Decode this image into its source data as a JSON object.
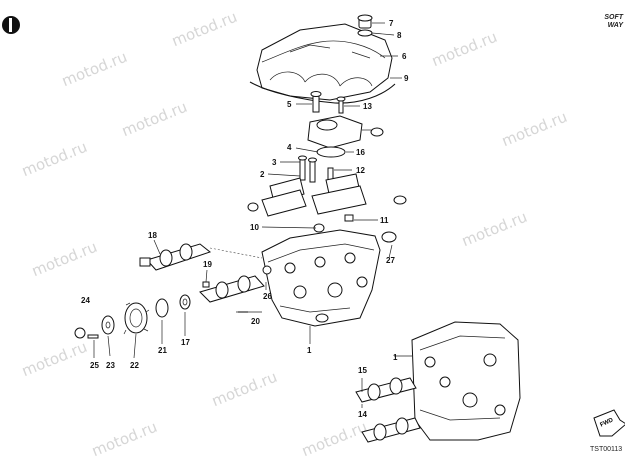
{
  "brand": {
    "line1": "SOFT",
    "line2": "WAY"
  },
  "watermark": "motod.ru",
  "figure_code": "TST00113",
  "fwd_label": "FWD",
  "icons": {
    "logo": "round-logo-icon",
    "forward_arrow": "forward-arrow-icon"
  },
  "callouts": {
    "c7": "7",
    "c8": "8",
    "c6": "6",
    "c9": "9",
    "c5": "5",
    "c13": "13",
    "c4": "4",
    "c16": "16",
    "c3": "3",
    "c2": "2",
    "c12": "12",
    "c10": "10",
    "c11": "11",
    "c18": "18",
    "c19": "19",
    "c27": "27",
    "c24": "24",
    "c26": "26",
    "c20": "20",
    "c1a": "1",
    "c21": "21",
    "c17": "17",
    "c23": "23",
    "c22": "22",
    "c25": "25",
    "c1b": "1",
    "c15": "15",
    "c14": "14"
  }
}
